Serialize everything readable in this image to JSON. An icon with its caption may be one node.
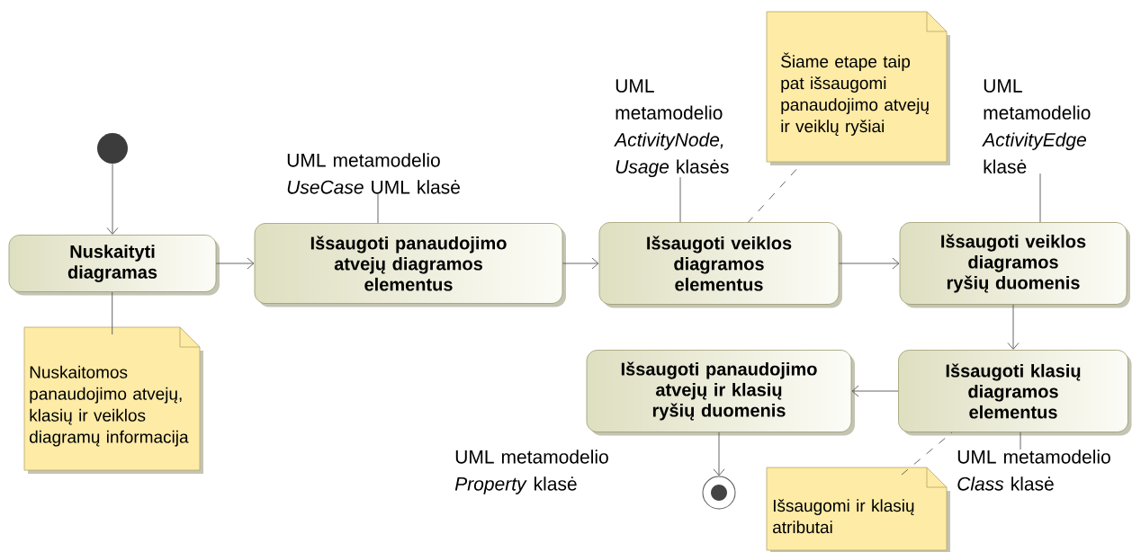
{
  "diagram": {
    "nodes": [
      {
        "text": [],
        "shape": "circle"
      },
      {
        "text": [
          "Nuskaityti diagramas"
        ]
      },
      {
        "text": [
          "Išsaugoti panaudojimo atvejų diagramos elementus"
        ]
      },
      {
        "text": [
          "Išsaugoti veiklos diagramos elementus"
        ]
      },
      {
        "text": [
          "Išsaugoti veiklos diagramos ryšių duomenis"
        ]
      },
      {
        "text": [
          "Išsaugoti klasių diagramos elementus"
        ]
      },
      {
        "text": [
          "Išsaugoti panaudojimo atvejų ir klasių ryšių duomenis"
        ]
      },
      {
        "text": [],
        "shape": "circle"
      },
      {
        "text": [
          "Nuskaitomos panaudojimo atvejų, klasių ir veiklos diagramų informacija"
        ]
      },
      {
        "text": [
          "Šiame etape taip pat išsaugomi panaudojimo atvejų ir veiklų ryšiai"
        ]
      },
      {
        "text": [
          "Išsaugomi ir klasių atributai"
        ]
      },
      {
        "text": [
          "UML metamodelio *UseCase* UML klasė"
        ]
      },
      {
        "text": [
          "UML metamodelio *ActivityNode,* *Usage* klasės"
        ]
      },
      {
        "text": [
          "UML metamodelio *ActivityEdge* klasė"
        ]
      },
      {
        "text": [
          "UML metamodelio *Class* klasė"
        ]
      }
    ],
    "edges": [
      {
        "from": 0,
        "to": 1,
        "arrow": "to"
      },
      {
        "from": 1,
        "to": 2,
        "arrow": "to"
      },
      {
        "from": 2,
        "to": 3,
        "arrow": "to"
      },
      {
        "from": 3,
        "to": 4,
        "arrow": "to"
      },
      {
        "from": 4,
        "to": 5,
        "arrow": "to"
      },
      {
        "from": 5,
        "to": 6,
        "arrow": "to"
      },
      {
        "from": 6,
        "to": 7,
        "arrow": "to"
      },
      {
        "from": 8,
        "to": 1,
        "arrow": "none"
      },
      {
        "from": 9,
        "to": 3,
        "arrow": "none",
        "style": "dashed"
      },
      {
        "from": 10,
        "to": 5,
        "arrow": "none",
        "style": "dashed"
      },
      {
        "from": 11,
        "to": 2,
        "arrow": "none"
      },
      {
        "from": 12,
        "to": 3,
        "arrow": "none"
      },
      {
        "from": 13,
        "to": 4,
        "arrow": "none"
      },
      {
        "from": 14,
        "to": 5,
        "arrow": "none"
      }
    ],
    "labels": [
      "UML metamodelio *Property* klasė"
    ]
  }
}
